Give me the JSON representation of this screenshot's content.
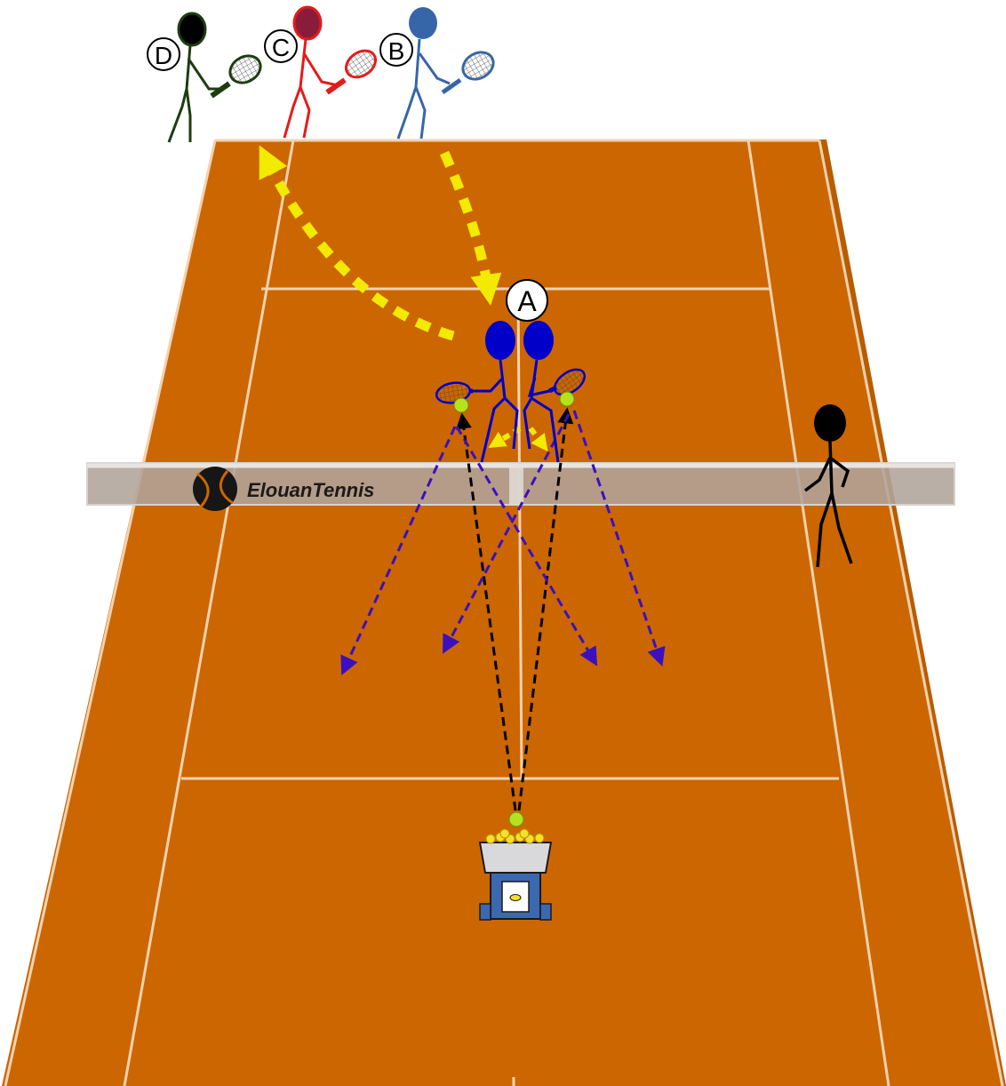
{
  "diagram": {
    "net_brand": "ElouanTennis",
    "players": {
      "a": "A",
      "b": "B",
      "c": "C",
      "d": "D"
    }
  },
  "colors": {
    "court": "#cc6600",
    "lines": "#f3d2b0",
    "net": "#b0a49b",
    "player_a": "#0000c8",
    "player_b": "#3766a8",
    "player_c": "#e41b1b",
    "player_d": "#1d3d10",
    "coach": "#000000",
    "rotation_arrows": "#f2ea00",
    "shot_arrows": "#3a10c0",
    "feed_arrows": "#000000",
    "ball": "#b6e21c"
  },
  "icons": [
    "tennis-ball-logo-icon",
    "ball-machine-icon",
    "racket-icon",
    "stick-figure-icon"
  ]
}
